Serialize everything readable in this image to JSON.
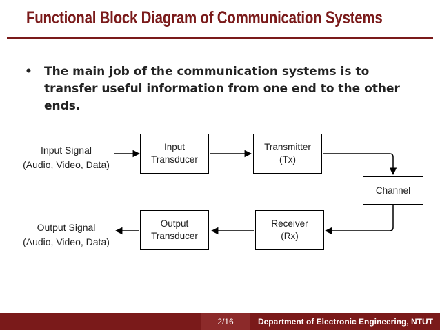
{
  "slide": {
    "title": "Functional Block Diagram of Communication Systems",
    "bullet": "•",
    "bullet_text": "The main job of the communication systems is to transfer useful information from one end to the other ends."
  },
  "diagram": {
    "input_signal": "Input Signal\n(Audio, Video, Data)",
    "output_signal": "Output Signal\n(Audio, Video, Data)",
    "input_transducer": "Input\nTransducer",
    "transmitter": "Transmitter\n(Tx)",
    "channel": "Channel",
    "receiver": "Receiver\n(Rx)",
    "output_transducer": "Output\nTransducer"
  },
  "footer": {
    "page": "2/16",
    "department": "Department of Electronic Engineering, NTUT"
  },
  "colors": {
    "accent": "#7a1a1a"
  }
}
